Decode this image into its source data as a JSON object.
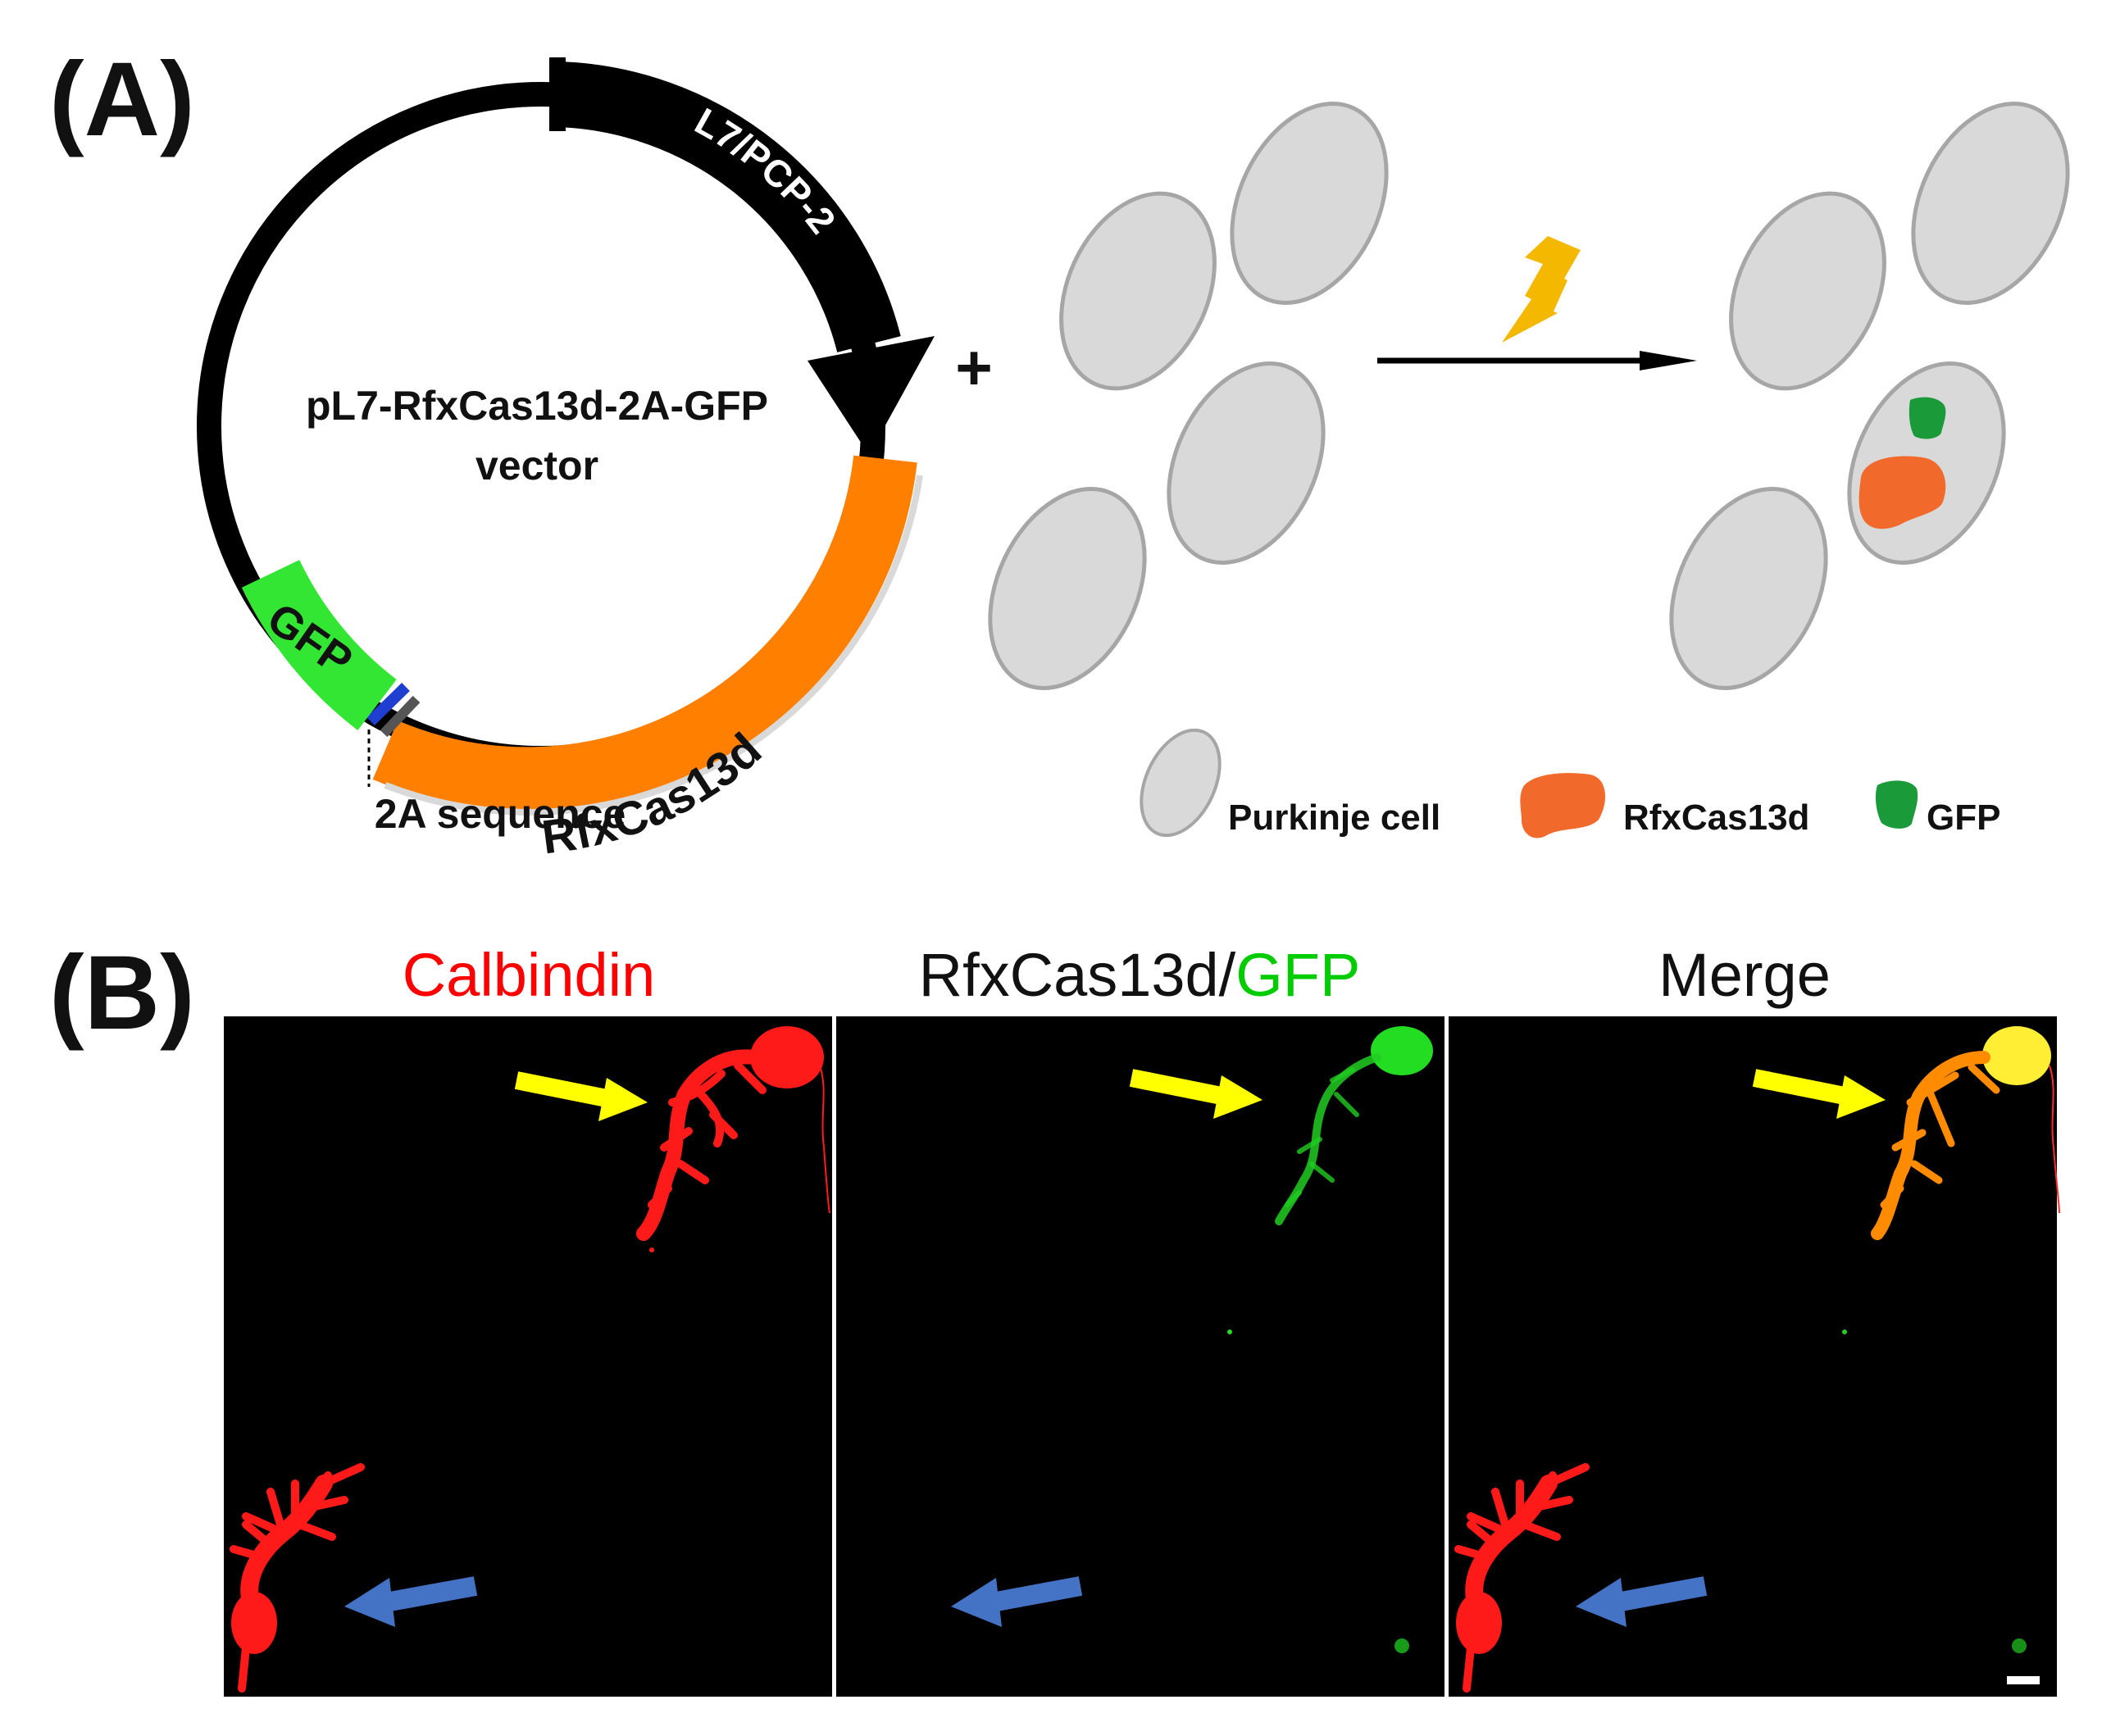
{
  "panel_a": {
    "label": "(A)",
    "vector_name_line1": "pL7-RfxCas13d-2A-GFP",
    "vector_name_line2": "vector",
    "promoter_label": "L7/PCP-2",
    "cas_label": "RfxCas13d",
    "gfp_label": "GFP",
    "linker_label": "2A sequence",
    "plus_sign": "+",
    "legend": {
      "cell": "Purkinje cell",
      "cas": "RfxCas13d",
      "gfp": "GFP"
    },
    "colors": {
      "plasmid": "#000000",
      "cas": "#ff8000",
      "gfp_segment": "#33e633",
      "linker": "#1f3fd0",
      "cell_fill": "#d9d9d9",
      "cell_stroke": "#a6a6a6",
      "cas_protein": "#f26a2b",
      "gfp_protein": "#1b9a3a",
      "lightning": "#f5b800"
    }
  },
  "panel_b": {
    "label": "(B)",
    "titles": {
      "calbindin": "Calbindin",
      "rfx_part": "RfxCas13d/",
      "gfp_part": "GFP",
      "merge": "Merge"
    },
    "colors": {
      "calbindin": "#ff0000",
      "gfp": "#00cc00",
      "merge": "#ffaa00",
      "arrow_yellow": "#ffff00",
      "arrow_blue": "#4472c4",
      "background": "#000000"
    }
  }
}
